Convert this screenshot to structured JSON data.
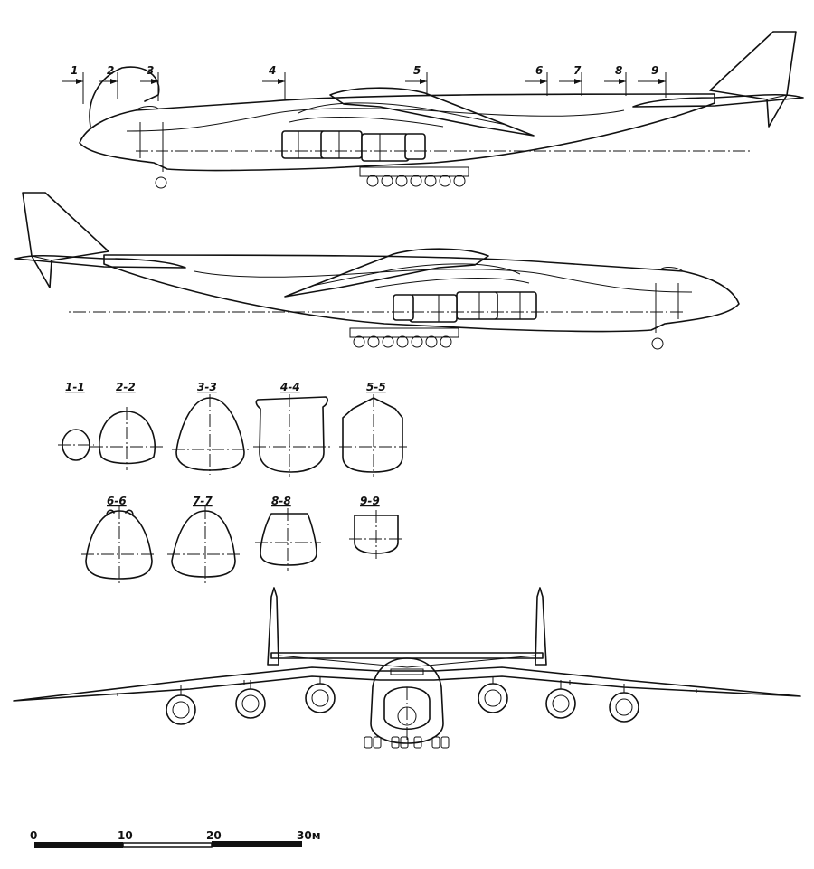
{
  "title": "Aircraft three-view drawing with fuselage cross sections",
  "station_markers": [
    "1",
    "2",
    "3",
    "4",
    "5",
    "6",
    "7",
    "8",
    "9"
  ],
  "sections": [
    "1-1",
    "2-2",
    "3-3",
    "4-4",
    "5-5",
    "6-6",
    "7-7",
    "8-8",
    "9-9"
  ],
  "scale": {
    "labels": [
      "0",
      "10",
      "20",
      "30м"
    ]
  }
}
